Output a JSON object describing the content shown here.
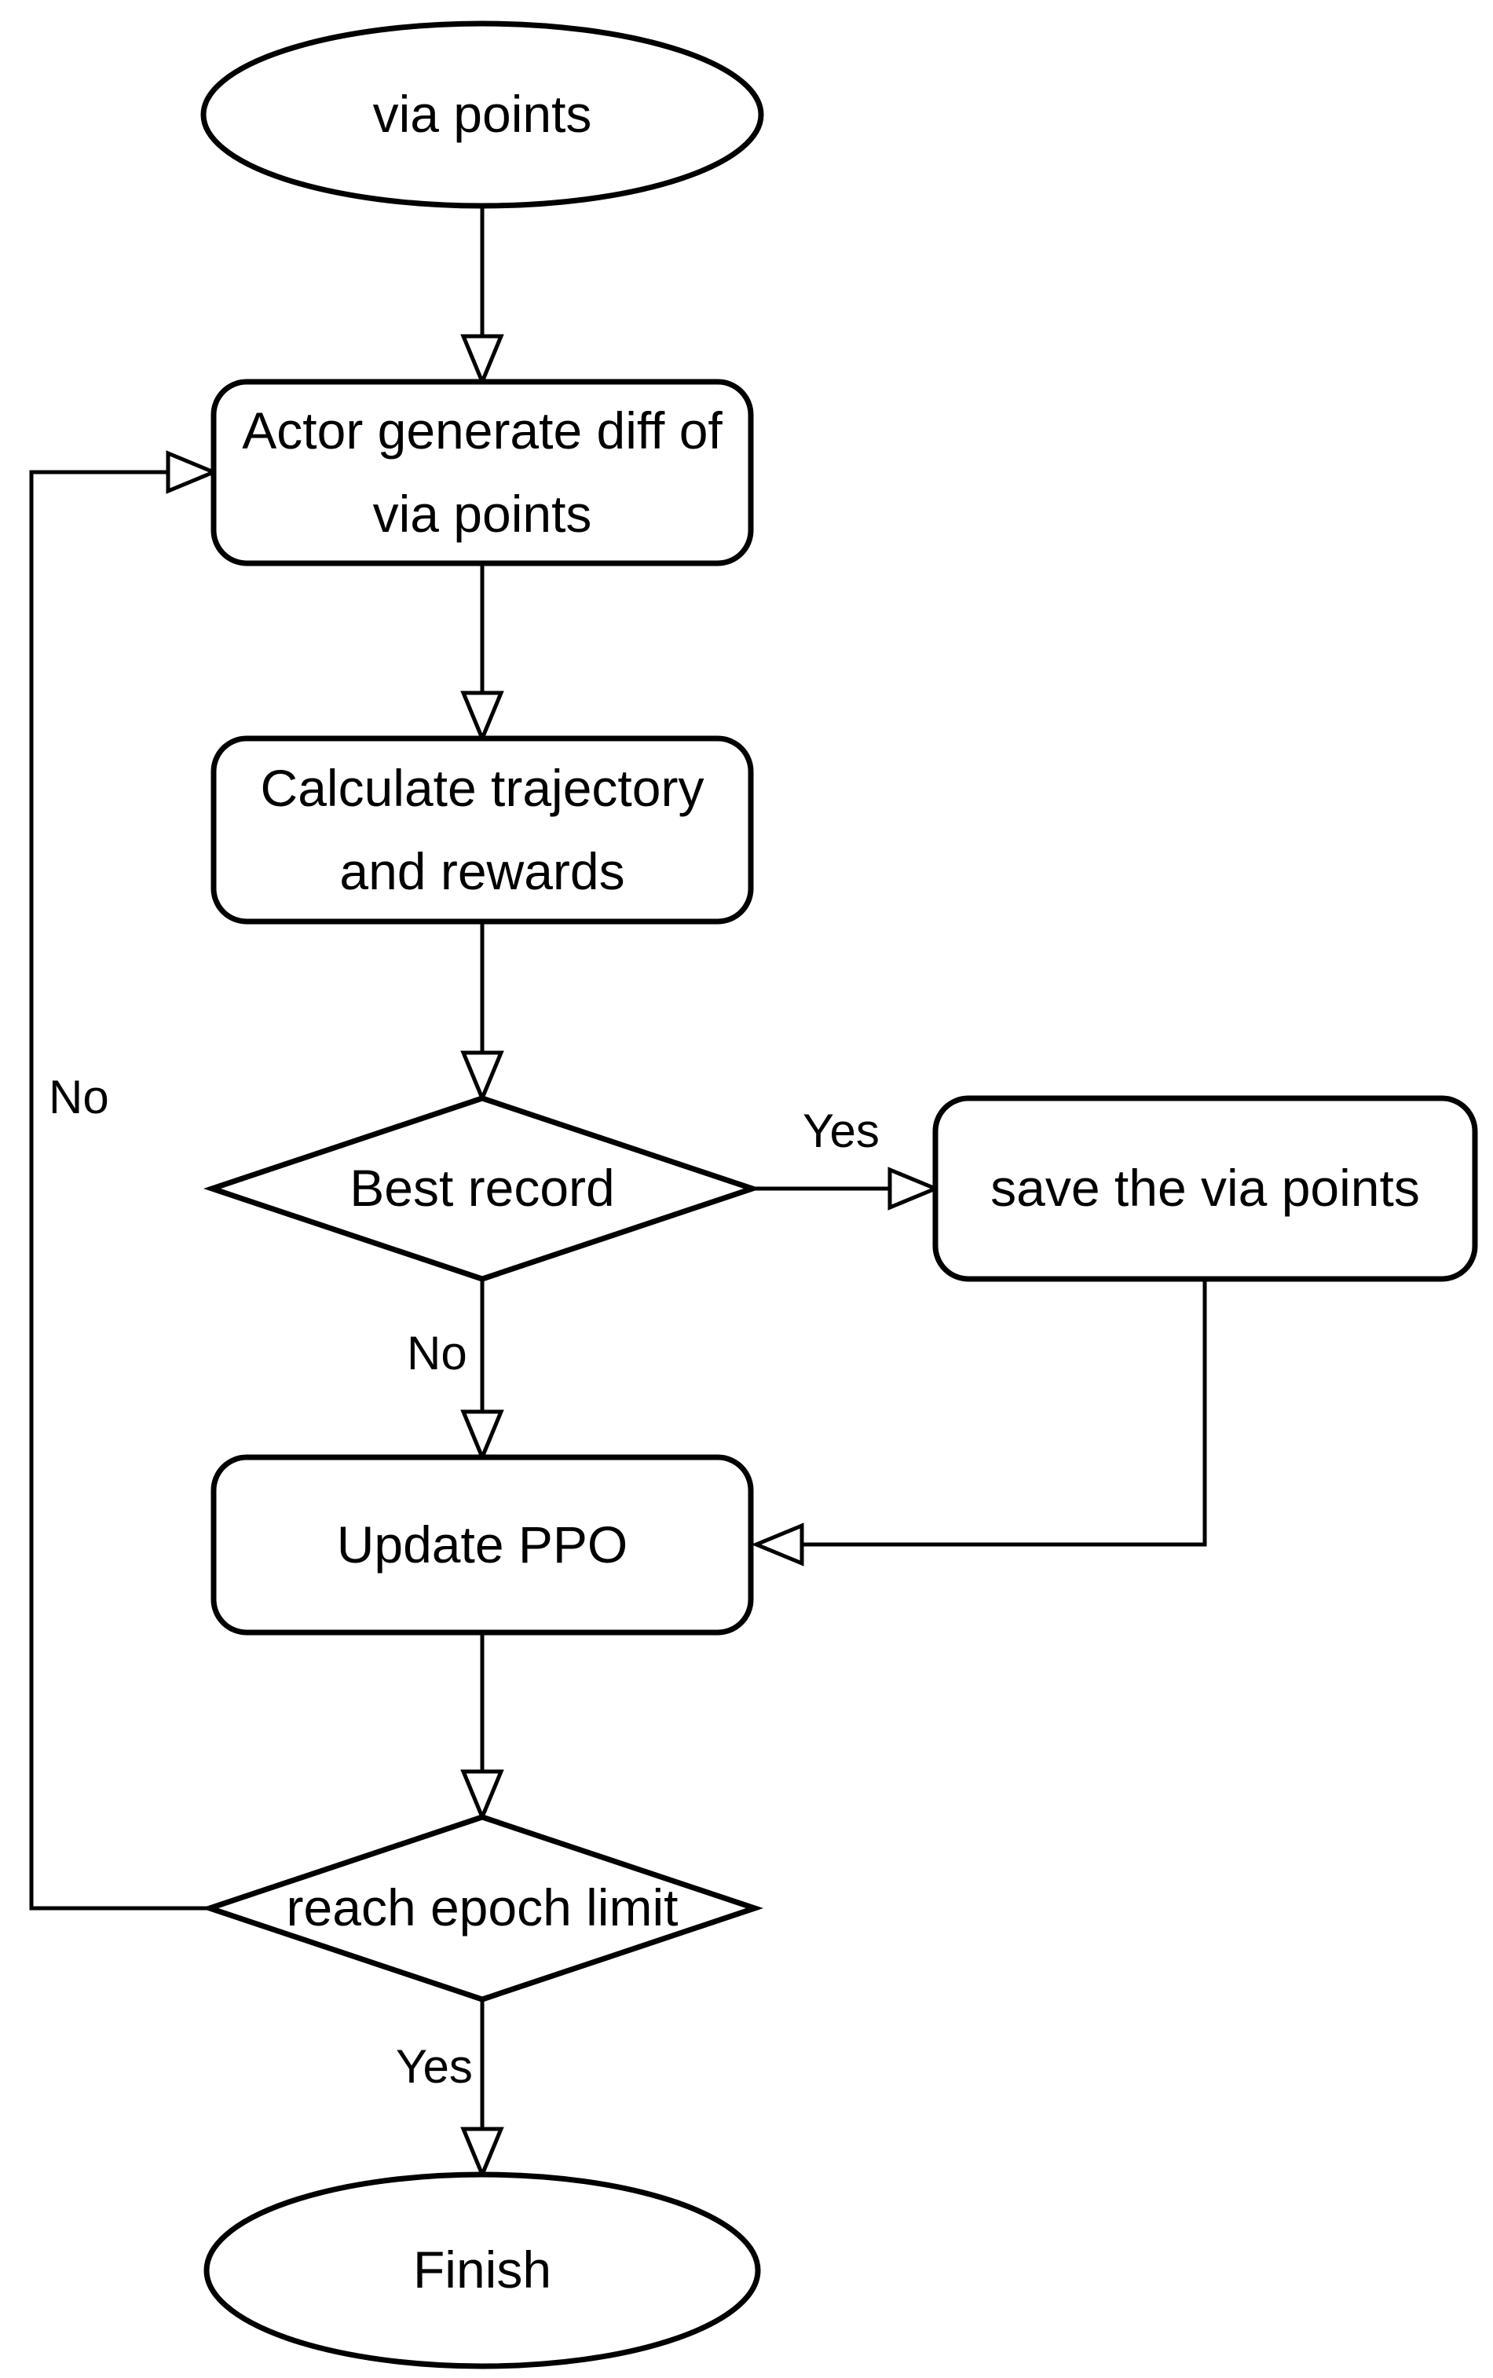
{
  "diagram": {
    "colors": {
      "background": "#ffffff",
      "stroke": "#000000",
      "text": "#000000"
    },
    "nodes": {
      "start": {
        "type": "terminator",
        "label": "via points"
      },
      "actor": {
        "type": "process",
        "label": "Actor generate diff of\nvia points"
      },
      "calc": {
        "type": "process",
        "label": "Calculate trajectory\nand rewards"
      },
      "best": {
        "type": "decision",
        "label": "Best record"
      },
      "save": {
        "type": "process",
        "label": "save the via points"
      },
      "update": {
        "type": "process",
        "label": "Update PPO"
      },
      "epoch": {
        "type": "decision",
        "label": "reach epoch limit"
      },
      "finish": {
        "type": "terminator",
        "label": "Finish"
      }
    },
    "edge_labels": {
      "best_yes": "Yes",
      "best_no": "No",
      "epoch_yes": "Yes",
      "epoch_no": "No"
    }
  }
}
